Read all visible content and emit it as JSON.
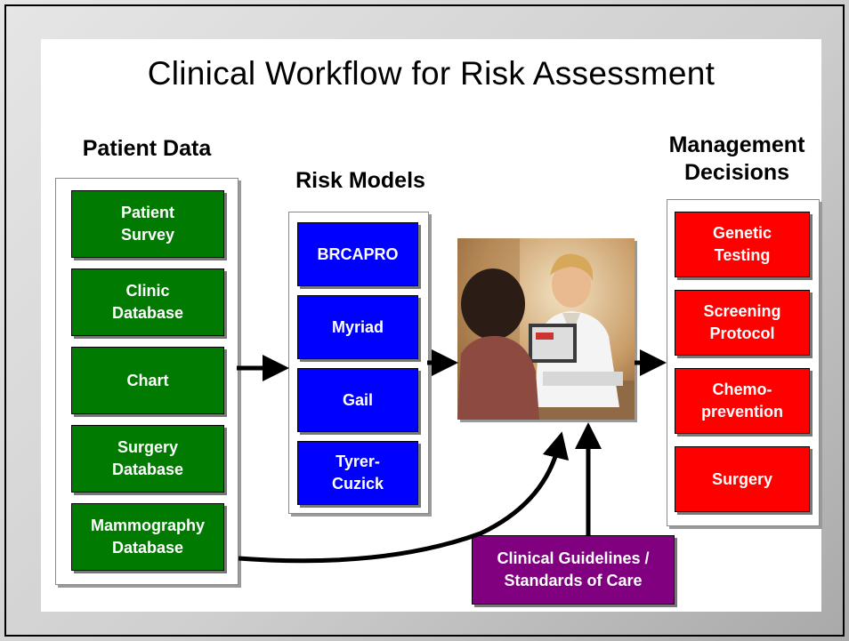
{
  "title": "Clinical Workflow for Risk Assessment",
  "patient_data": {
    "heading": "Patient Data",
    "items": [
      "Patient\nSurvey",
      "Clinic\nDatabase",
      "Chart",
      "Surgery\nDatabase",
      "Mammography\nDatabase"
    ]
  },
  "risk_models": {
    "heading": "Risk Models",
    "items": [
      "BRCAPRO",
      "Myriad",
      "Gail",
      "Tyrer-\nCuzick"
    ]
  },
  "management": {
    "heading": "Management\nDecisions",
    "items": [
      "Genetic\nTesting",
      "Screening\nProtocol",
      "Chemo-\nprevention",
      "Surgery"
    ]
  },
  "guidelines": "Clinical Guidelines /\nStandards of Care",
  "colors": {
    "patient_box": "#007a00",
    "model_box": "#0000ff",
    "decision_box": "#ff0000",
    "guideline_box": "#800080"
  }
}
